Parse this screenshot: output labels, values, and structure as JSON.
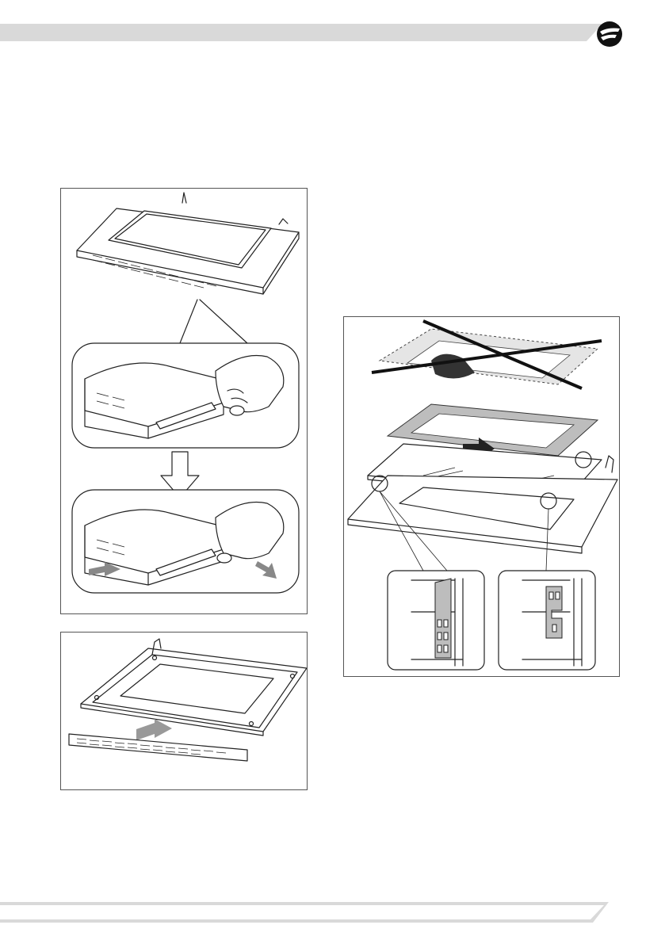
{
  "header": {
    "band_color": "#d9d9d9",
    "logo_color": "#111111",
    "logo": "brand-logo-icon"
  },
  "footer": {
    "band_color": "#d9d9d9"
  },
  "figures": [
    {
      "id": "door-grip-removal",
      "icon": "oven-door-hands-icon"
    },
    {
      "id": "door-strip-removal",
      "icon": "vent-strip-icon"
    },
    {
      "id": "door-glass-panes",
      "icon": "glass-panes-icon"
    }
  ]
}
